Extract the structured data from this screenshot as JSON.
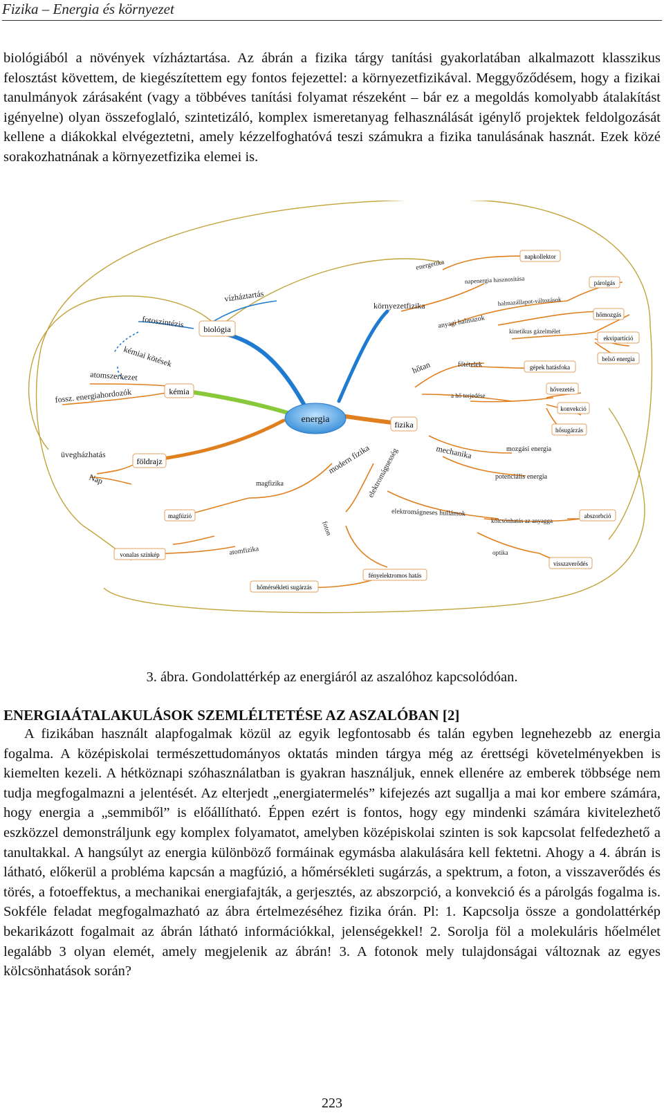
{
  "header": {
    "title": "Fizika – Energia és környezet"
  },
  "paragraph1": "biológiából a növények vízháztartása. Az ábrán a fizika tárgy tanítási gyakorlatában alkalmazott klasszikus felosztást követtem, de kiegészítettem egy fontos fejezettel: a környezetfizikával. Meggyőződésem, hogy a fizikai tanulmányok zárásaként (vagy a többéves tanítási folyamat részeként – bár ez a megoldás komolyabb átalakítást igényelne) olyan összefoglaló, szintetizáló, komplex ismeretanyag felhasználását igénylő projektek feldolgozását kellene a diákokkal elvégeztetni, amely kézzelfoghatóvá teszi számukra a fizika tanulásának hasznát. Ezek közé sorakozhatnának a környezetfizika elemei is.",
  "mindmap": {
    "center": "energia",
    "labels": {
      "vizhaztartas": "vízháztartás",
      "biologia": "biológia",
      "fotoszintezis": "fotoszintézis",
      "kemiai_kotesek": "kémiai kötések",
      "atomszerkezet": "atomszerkezet",
      "fossz": "fossz. energiahordozók",
      "kemia": "kémia",
      "uveghazhatas": "üvegházhatás",
      "foldrajz": "földrajz",
      "nap": "Nap",
      "magfizika": "magfizika",
      "magfuzio": "magfúzió",
      "vonalas": "vonalas színkép",
      "atomfizika": "atomfizika",
      "homersekleti": "hőmérsékleti sugárzás",
      "foton": "foton",
      "fenyelektromos": "fényelektromos hatás",
      "modern_fizika": "modern fizika",
      "elektromagnesseg": "elektromágnesség",
      "em_hullamok": "elektromágneses hullámok",
      "kolcsonhatas": "kölcsönhatás az anyagga",
      "abszorpcio": "abszorbció",
      "optika": "optika",
      "visszaverodes": "visszaverődés",
      "fizika": "fizika",
      "mechanika": "mechanika",
      "mozgasi": "mozgási energia",
      "potencialis": "potenciális energia",
      "hotan": "hőtan",
      "fotetelek": "főtételek",
      "gepek": "gépek hatásfoka",
      "ho_terjedese": "a hő terjedése",
      "hovezetes": "hővezetés",
      "konvekcio": "konvekció",
      "hosugarzas": "hősugárzás",
      "kornyezetfizika": "környezetfizika",
      "energetika": "energetika",
      "napkollektor": "napkollektor",
      "napenergia": "napenergia hasznosítása",
      "anyagi_halmazok": "anyagi halmazok",
      "halmazallapot": "halmazállapot-változások",
      "parolgas": "párolgás",
      "kinetikus": "kinetikus gázelmélet",
      "homozgas": "hőmozgás",
      "ekviparticio": "ekvipartíció",
      "belso_energia": "belső energia"
    }
  },
  "caption": "3. ábra. Gondolattérkép az energiáról az aszalóhoz kapcsolódóan.",
  "heading": "ENERGIAÁTALAKULÁSOK SZEMLÉLTETÉSE AZ ASZALÓBAN [2]",
  "paragraph2": "A fizikában használt alapfogalmak közül az egyik legfontosabb és talán egyben legnehezebb az energia fogalma. A középiskolai természettudományos oktatás minden tárgya még az érettségi követelményekben is kiemelten kezeli. A hétköznapi szóhasználatban is gyakran használjuk, ennek ellenére az emberek többsége nem tudja megfogalmazni a jelentését. Az elterjedt „energiatermelés” kifejezés azt sugallja a mai kor embere számára, hogy energia a „semmiből” is előállítható. Éppen ezért is fontos, hogy egy mindenki számára kivitelezhető eszközzel demonstráljunk egy komplex folyamatot, amelyben középiskolai szinten is sok kapcsolat felfedezhető a tanultakkal. A hangsúlyt az energia különböző formáinak egymásba alakulására kell fektetni. Ahogy a 4. ábrán is látható, előkerül a probléma kapcsán a magfúzió, a hőmérsékleti sugárzás, a spektrum, a foton, a visszaverődés és törés, a fotoeffektus, a mechanikai energiafajták, a gerjesztés, az abszorpció, a konvekció és a párolgás fogalma is. Sokféle feladat megfogalmazható az ábra értelmezéséhez fizika órán. Pl: 1. Kapcsolja össze a gondolattérkép bekarikázott fogalmait az ábrán látható információkkal, jelenségekkel! 2. Sorolja föl a molekuláris hőelmélet legalább 3 olyan elemét, amely megjelenik az ábrán! 3. A fotonok mely tulajdonságai változnak az egyes kölcsönhatások során?",
  "page_number": "223"
}
